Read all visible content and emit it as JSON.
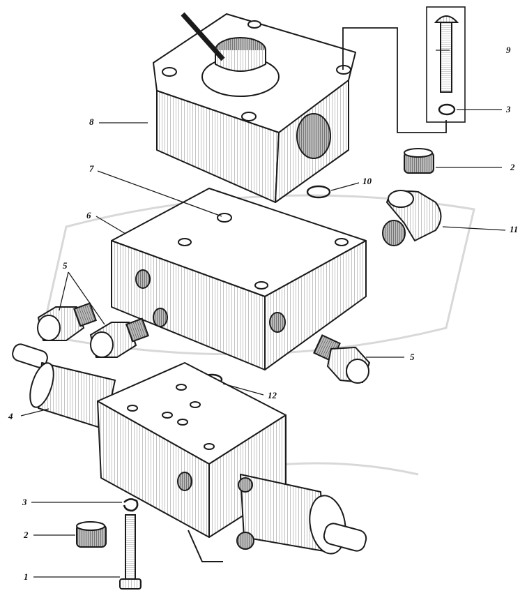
{
  "diagram": {
    "callouts": [
      {
        "id": "c1",
        "label": "1"
      },
      {
        "id": "c2a",
        "label": "2"
      },
      {
        "id": "c2b",
        "label": "2"
      },
      {
        "id": "c3a",
        "label": "3"
      },
      {
        "id": "c3b",
        "label": "3"
      },
      {
        "id": "c4",
        "label": "4"
      },
      {
        "id": "c5a",
        "label": "5"
      },
      {
        "id": "c5b",
        "label": "5"
      },
      {
        "id": "c6",
        "label": "6"
      },
      {
        "id": "c7",
        "label": "7"
      },
      {
        "id": "c8",
        "label": "8"
      },
      {
        "id": "c9",
        "label": "9"
      },
      {
        "id": "c10",
        "label": "10"
      },
      {
        "id": "c11",
        "label": "11"
      },
      {
        "id": "c12",
        "label": "12"
      }
    ]
  },
  "colors": {
    "ink": "#1a1a1a",
    "paper": "#ffffff",
    "watermark": "#d8d8d8"
  }
}
